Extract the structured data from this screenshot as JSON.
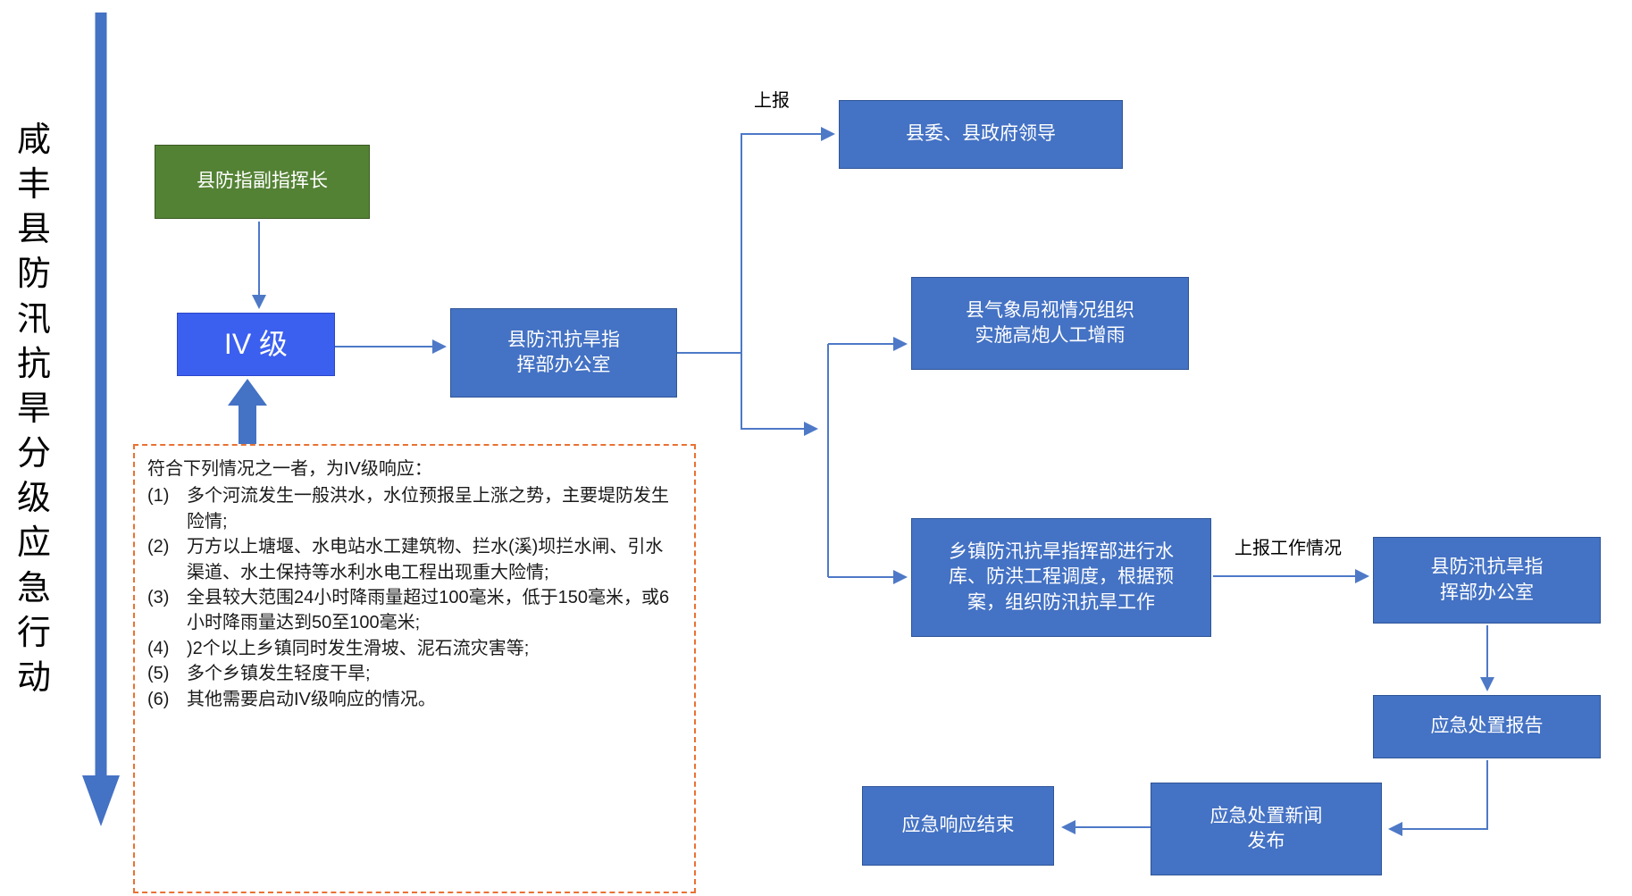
{
  "title": {
    "vertical_text": "咸丰县防汛抗旱分级应急行动"
  },
  "nodes": {
    "deputy_commander": {
      "label": "县防指副指挥长"
    },
    "level_iv": {
      "label": "IV 级"
    },
    "hq_office_left": {
      "label": "县防汛抗旱指\n挥部办公室"
    },
    "county_leaders": {
      "label": "县委、县政府领导"
    },
    "weather_bureau": {
      "label": "县气象局视情况组织\n实施高炮人工增雨"
    },
    "township_hq": {
      "label": "乡镇防汛抗旱指挥部进行水\n库、防洪工程调度，根据预\n案，组织防汛抗旱工作"
    },
    "hq_office_right": {
      "label": "县防汛抗旱指\n挥部办公室"
    },
    "disposal_report": {
      "label": "应急处置报告"
    },
    "news_release": {
      "label": "应急处置新闻\n发布"
    },
    "response_end": {
      "label": "应急响应结束"
    }
  },
  "edge_labels": {
    "report_up": "上报",
    "report_work_status": "上报工作情况"
  },
  "criteria": {
    "intro": "符合下列情况之一者，为IV级响应：",
    "items": [
      {
        "num": "(1)",
        "text": "多个河流发生一般洪水，水位预报呈上涨之势，主要堤防发生险情;"
      },
      {
        "num": "(2)",
        "text": "万方以上塘堰、水电站水工建筑物、拦水(溪)坝拦水闸、引水渠道、水土保持等水利水电工程出现重大险情;"
      },
      {
        "num": "(3)",
        "text": "全县较大范围24小时降雨量超过100毫米，低于150毫米，或6小时降雨量达到50至100毫米;"
      },
      {
        "num": "(4)",
        "text": ")2个以上乡镇同时发生滑坡、泥石流灾害等;"
      },
      {
        "num": "(5)",
        "text": "多个乡镇发生轻度干旱;"
      },
      {
        "num": "(6)",
        "text": "其他需要启动IV级响应的情况。"
      }
    ]
  },
  "colors": {
    "box-blue": "#4472C4",
    "box-blue-border": "#2F5597",
    "level-iv-blue": "#3B5FEF",
    "level-iv-border": "#2B46C8",
    "green-fill": "#548235",
    "green-border": "#3A5A23",
    "connector": "#4E79C7",
    "dash-orange": "#E97132",
    "text-dark": "#1a1a1a"
  }
}
